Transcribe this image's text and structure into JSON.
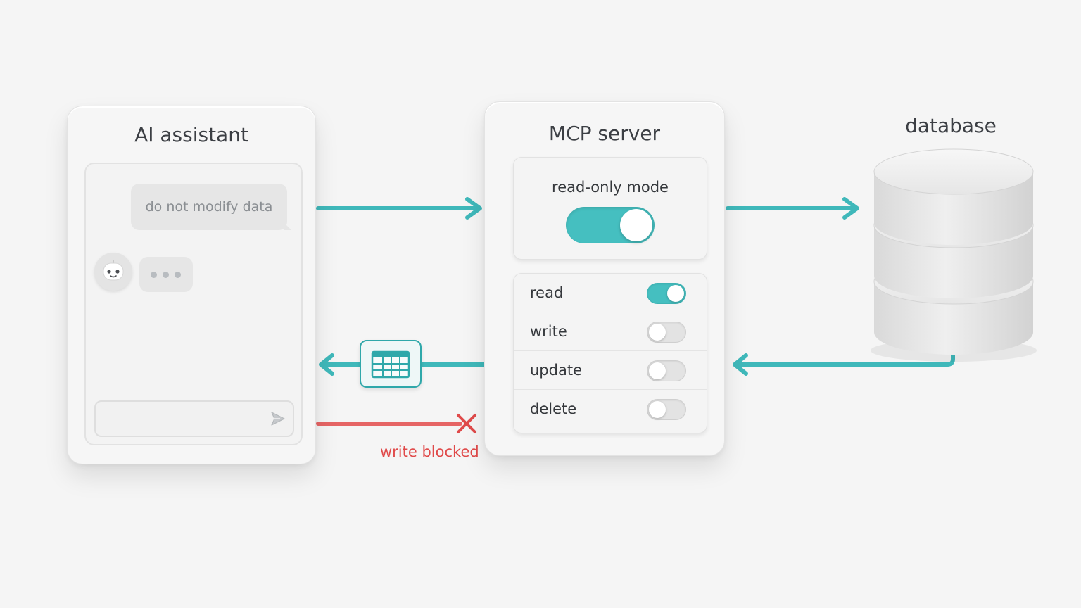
{
  "assistant": {
    "title": "AI assistant",
    "user_message": "do not modify data",
    "avatar_icon": "robot-icon",
    "typing_icon": "typing-dots-icon",
    "send_icon": "send-arrow-icon"
  },
  "server": {
    "title": "MCP server",
    "mode": {
      "label": "read-only mode",
      "enabled": true
    },
    "permissions": [
      {
        "label": "read",
        "enabled": true
      },
      {
        "label": "write",
        "enabled": false
      },
      {
        "label": "update",
        "enabled": false
      },
      {
        "label": "delete",
        "enabled": false
      }
    ]
  },
  "database": {
    "title": "database",
    "icon": "database-cylinder-icon"
  },
  "flow": {
    "blocked_label": "write blocked",
    "result_icon": "table-icon",
    "blocked_icon": "x-icon"
  },
  "colors": {
    "accent": "#45bfc0",
    "arrow": "#3fb8ba",
    "blocked": "#e04a4a",
    "background": "#f5f5f5"
  }
}
